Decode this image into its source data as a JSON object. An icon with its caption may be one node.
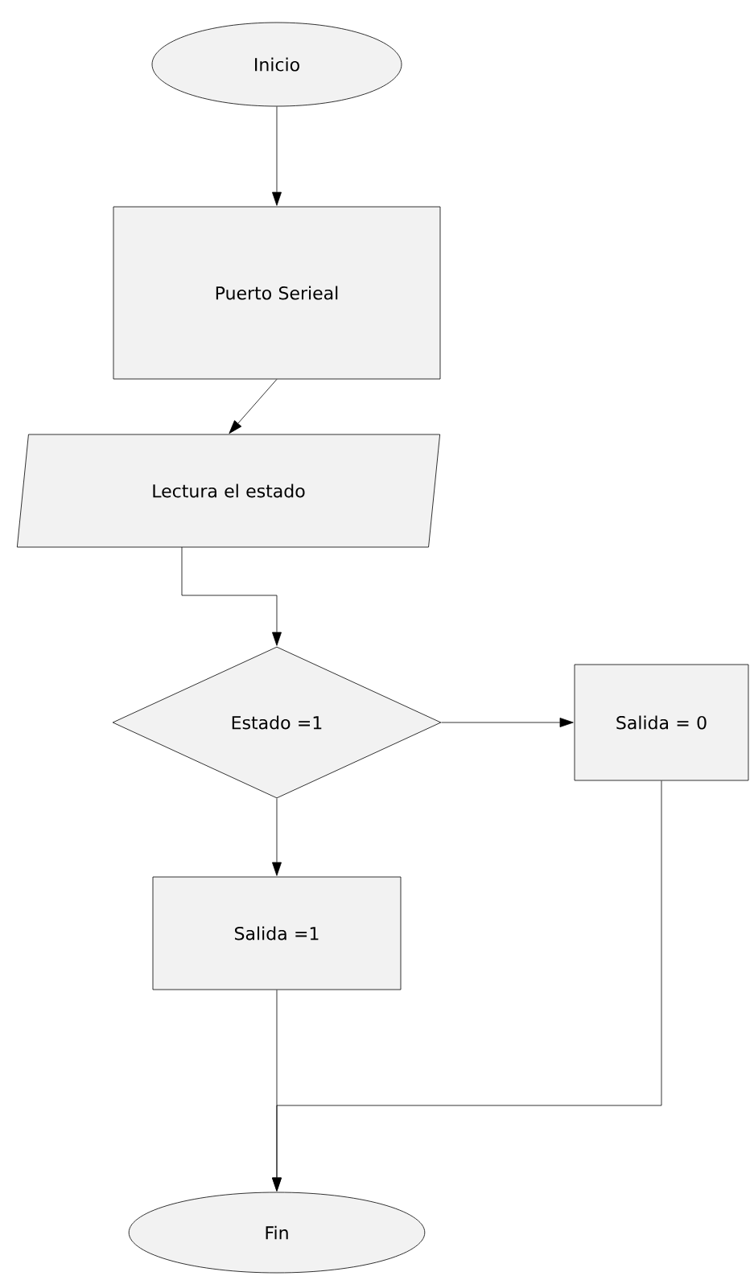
{
  "diagram": {
    "nodes": [
      {
        "text": [
          "Inicio"
        ]
      },
      {
        "text": [
          "Puerto Serieal"
        ]
      },
      {
        "text": [
          "Lectura el estado"
        ]
      },
      {
        "text": [
          "Estado =1"
        ]
      },
      {
        "text": [
          "Salida = 0"
        ]
      },
      {
        "text": [
          "Salida =1"
        ]
      },
      {
        "text": [
          "Fin"
        ]
      }
    ],
    "edges": [
      {
        "from": 0,
        "to": 1,
        "arrow": "to"
      },
      {
        "from": 1,
        "to": 2,
        "arrow": "to"
      },
      {
        "from": 2,
        "to": 3,
        "arrow": "to"
      },
      {
        "from": 3,
        "to": 4,
        "arrow": "to"
      },
      {
        "from": 3,
        "to": 5,
        "arrow": "to"
      },
      {
        "from": 5,
        "to": 6,
        "arrow": "to"
      },
      {
        "from": 4,
        "to": 6,
        "arrow": "to"
      }
    ]
  }
}
